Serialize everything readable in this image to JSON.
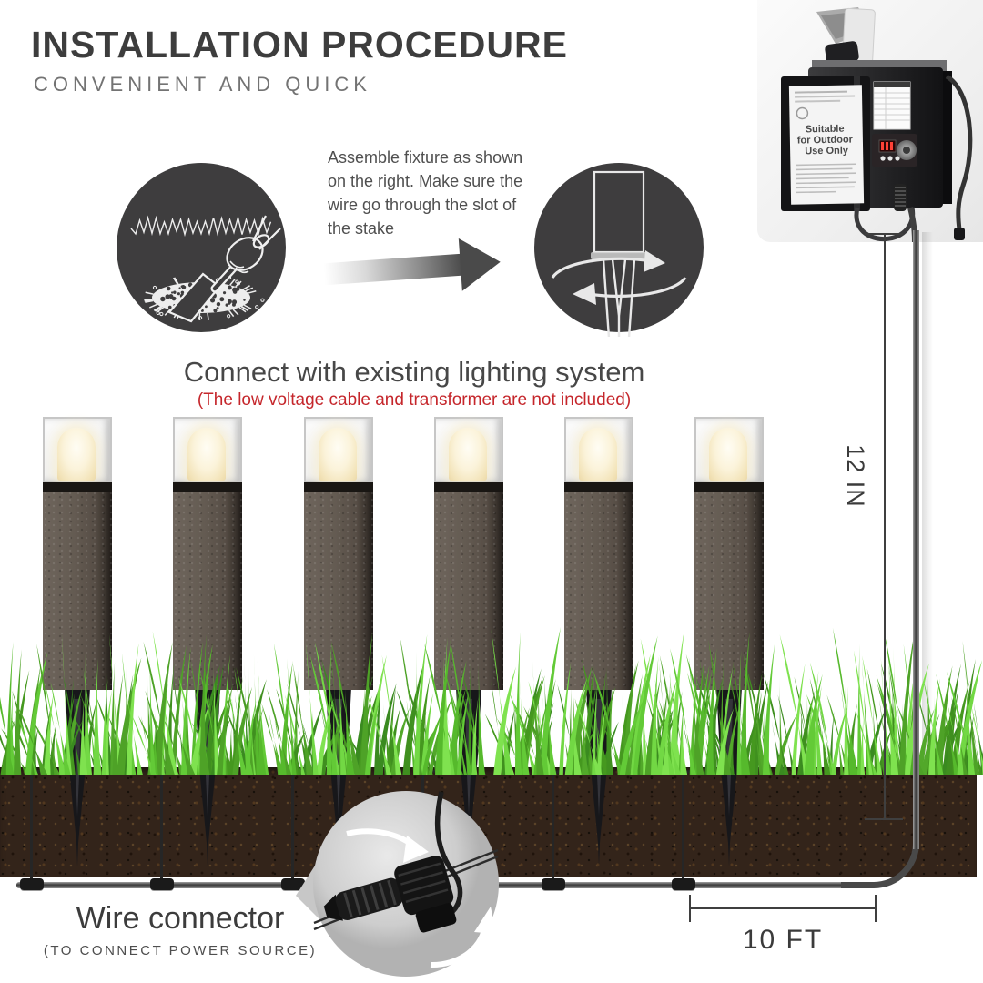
{
  "header": {
    "title": "INSTALLATION PROCEDURE",
    "subtitle": "CONVENIENT AND QUICK"
  },
  "steps": {
    "assembly_instruction": "Assemble fixture as shown on the right. Make sure the wire go through the slot of the stake"
  },
  "connect": {
    "heading": "Connect with existing lighting system",
    "note": "(The low voltage cable and transformer are not included)"
  },
  "transformer": {
    "door_label": "Suitable for Outdoor Use Only",
    "door_label_lines": [
      "Suitable",
      "for Outdoor",
      "Use Only"
    ]
  },
  "measurements": {
    "fixture_height": "12 IN",
    "spacing": "10 FT"
  },
  "connector": {
    "label": "Wire connector",
    "sublabel": "(TO CONNECT POWER SOURCE)"
  },
  "scene": {
    "light_count": 6
  },
  "icons": {
    "digging": "trowel-digging-icon",
    "install": "twist-install-icon",
    "arrow": "arrow-right-icon",
    "connector_zoom": "wire-connector-zoom-icon",
    "transformer": "transformer-graphic"
  },
  "colors": {
    "title": "#3d3d3d",
    "subtitle": "#737373",
    "heading": "#474747",
    "note_red": "#c5262b",
    "measure": "#3b3b3b",
    "grass_green": "#5cb832",
    "soil_brown": "#33241a",
    "light_body": "#5f574f",
    "lamp_glow": "#f6ecd2",
    "circle_bg": "#3e3d3e"
  }
}
